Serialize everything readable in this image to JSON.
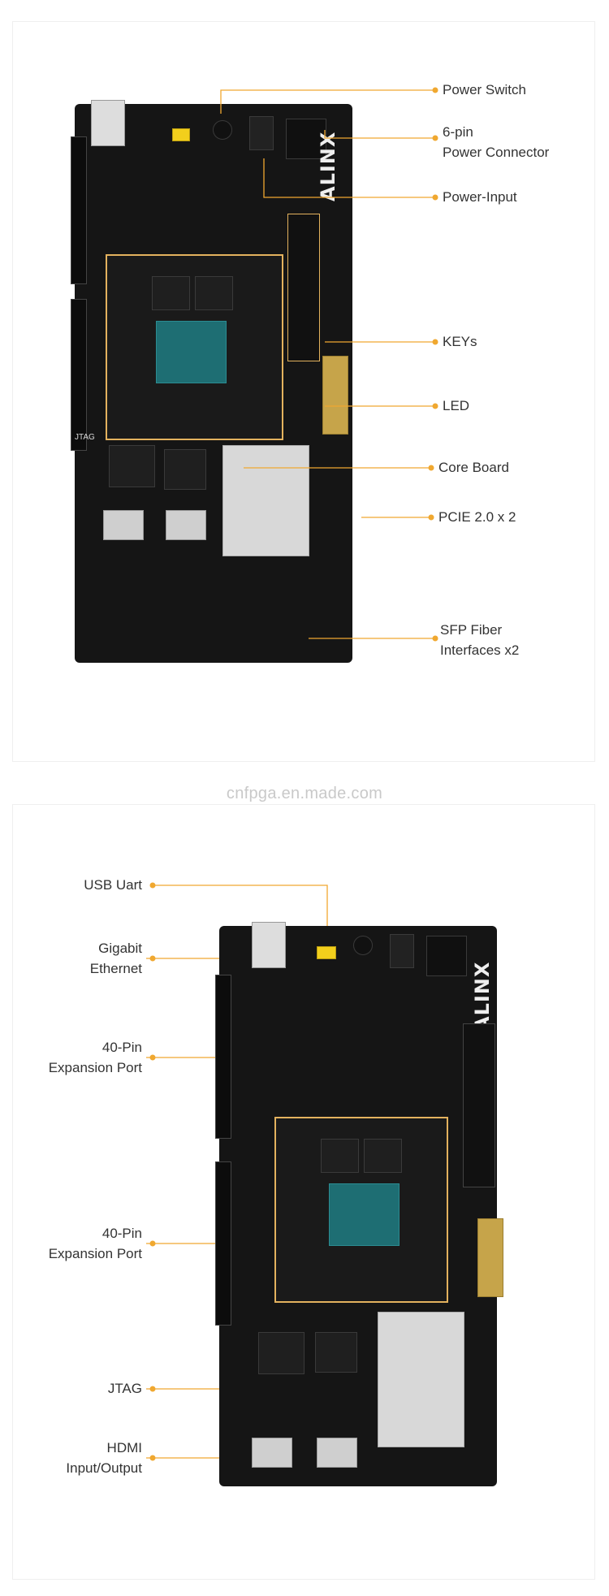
{
  "top_view": {
    "callouts": {
      "power_switch": "Power Switch",
      "power_connector": "6-pin\nPower Connector",
      "power_input": "Power-Input",
      "keys": "KEYs",
      "led": "LED",
      "core_board": "Core Board",
      "pcie": "PCIE 2.0 x 2",
      "sfp": "SFP Fiber\nInterfaces x2"
    },
    "board_logo": "ALINX"
  },
  "watermark": "cnfpga.en.made.com",
  "bottom_view": {
    "callouts": {
      "usb_uart": "USB Uart",
      "ethernet": "Gigabit\nEthernet",
      "expansion_1": "40-Pin\nExpansion Port",
      "expansion_2": "40-Pin\nExpansion Port",
      "jtag": "JTAG",
      "hdmi": "HDMI\nInput/Output"
    },
    "board_logo": "ALINX"
  },
  "colors": {
    "accent": "#f0a830",
    "board": "#151515"
  }
}
